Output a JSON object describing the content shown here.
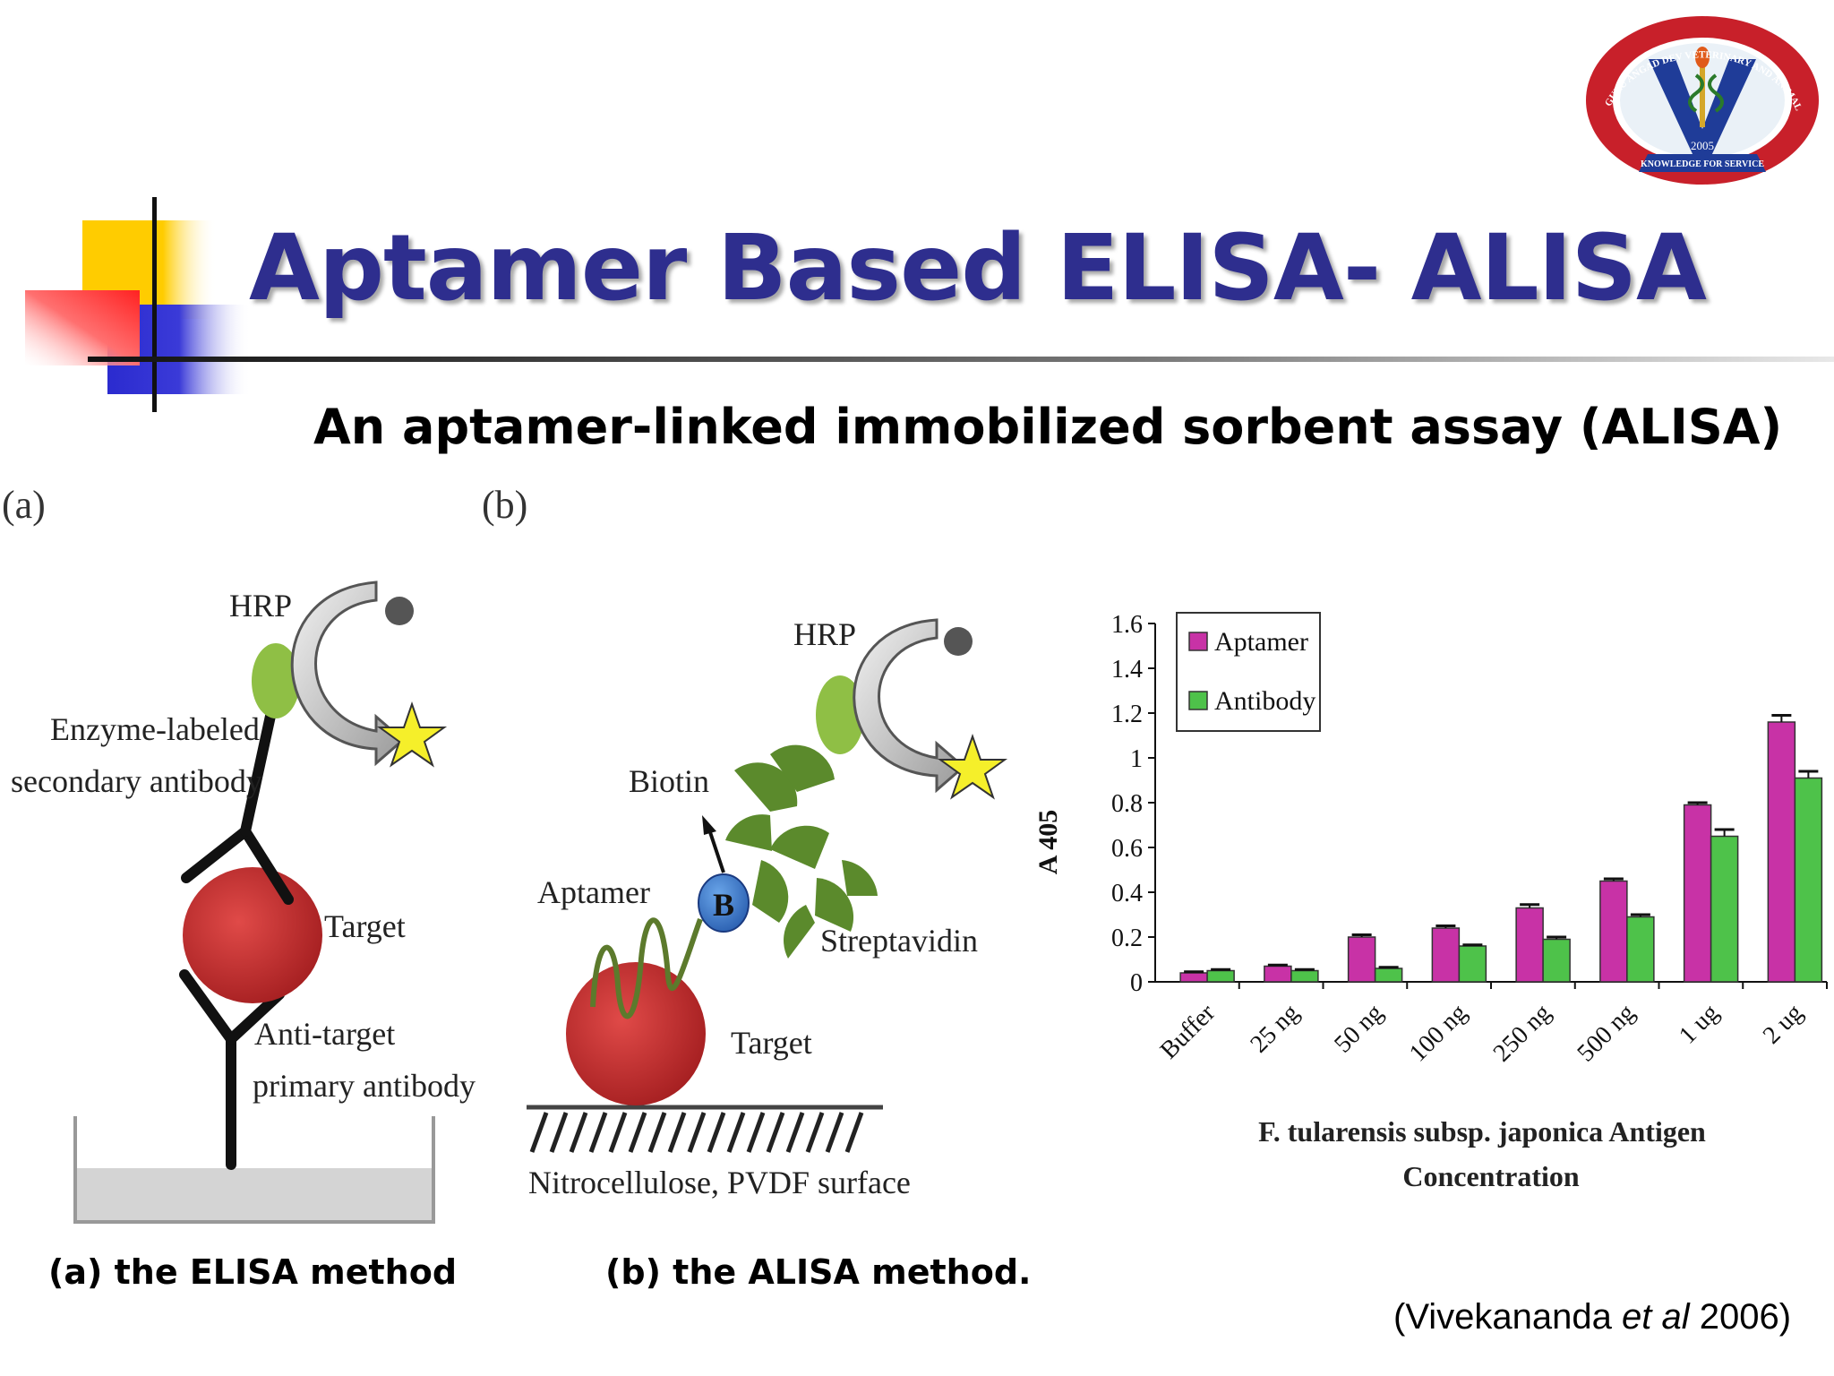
{
  "slide": {
    "title": "Aptamer Based ELISA- ALISA",
    "subtitle": "An aptamer-linked immobilized sorbent assay (ALISA)"
  },
  "logo": {
    "university_name": "GURU ANGAD DEV VETERINARY AND ANIMAL SCIENCES UNIVERSITY",
    "year": "2005",
    "motto": "KNOWLEDGE FOR SERVICE"
  },
  "figure_a": {
    "panel_label": "(a)",
    "labels": {
      "hrp": "HRP",
      "enzyme_line1": "Enzyme-labeled",
      "enzyme_line2": "secondary antibody",
      "target": "Target",
      "anti_line1": "Anti-target",
      "anti_line2": "primary antibody"
    },
    "caption": "(a) the ELISA method"
  },
  "figure_b": {
    "panel_label": "(b)",
    "labels": {
      "hrp": "HRP",
      "biotin": "Biotin",
      "biotin_badge": "B",
      "aptamer": "Aptamer",
      "streptavidin": "Streptavidin",
      "target": "Target",
      "surface": "Nitrocellulose, PVDF surface"
    },
    "caption": "(b) the ALISA method."
  },
  "chart_data": {
    "type": "bar",
    "title": "",
    "xlabel_line1": "F. tularensis subsp. japonica Antigen",
    "xlabel_line2": "Concentration",
    "ylabel": "A 405",
    "ylim": [
      0,
      1.6
    ],
    "yticks": [
      "0",
      "0.2",
      "0.4",
      "0.6",
      "0.8",
      "1",
      "1.2",
      "1.4",
      "1.6"
    ],
    "categories": [
      "Buffer",
      "25 ng",
      "50 ng",
      "100 ng",
      "250 ng",
      "500 ng",
      "1 ug",
      "2 ug"
    ],
    "series": [
      {
        "name": "Aptamer",
        "color": "#c832a6",
        "values": [
          0.04,
          0.07,
          0.2,
          0.24,
          0.33,
          0.45,
          0.79,
          1.16
        ],
        "errors": [
          0.005,
          0.005,
          0.01,
          0.01,
          0.015,
          0.01,
          0.01,
          0.03
        ]
      },
      {
        "name": "Antibody",
        "color": "#4ec24a",
        "values": [
          0.05,
          0.05,
          0.06,
          0.16,
          0.19,
          0.29,
          0.65,
          0.91
        ],
        "errors": [
          0.005,
          0.005,
          0.005,
          0.005,
          0.01,
          0.01,
          0.03,
          0.03
        ]
      }
    ],
    "legend_position": "top-left",
    "grid": false
  },
  "citation": {
    "open": "(Vivekananda ",
    "italic": "et al",
    "close": " 2006)"
  },
  "colors": {
    "title": "#2e2e8e",
    "target_red": "#c0282a",
    "hrp_green": "#8fbf45",
    "star_yellow": "#f5ef2a",
    "biotin_blue": "#3f7fd0",
    "streptavidin_green": "#5b8a2c"
  }
}
